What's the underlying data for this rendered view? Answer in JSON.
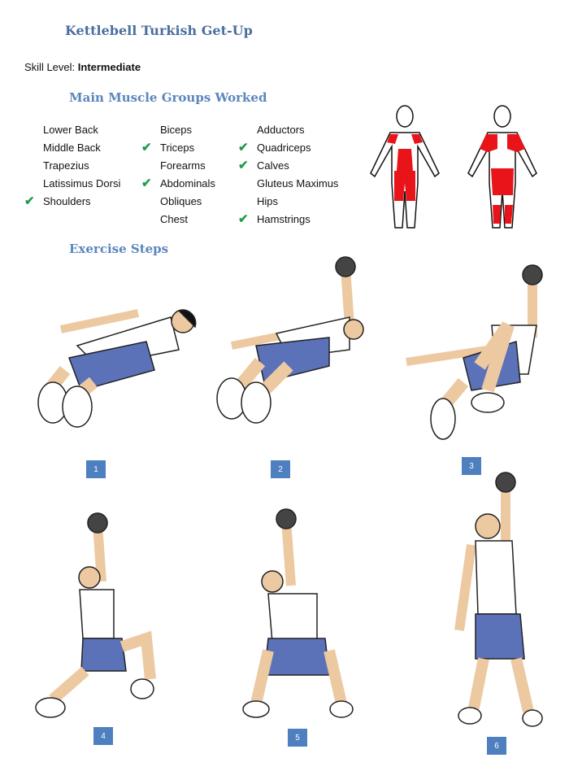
{
  "title": "Kettlebell Turkish Get-Up",
  "skill": {
    "label": "Skill Level:",
    "value": "Intermediate"
  },
  "muscles_heading": "Main Muscle Groups Worked",
  "muscles": [
    [
      {
        "name": "Lower Back",
        "checked": false
      },
      {
        "name": "Middle Back",
        "checked": false
      },
      {
        "name": "Trapezius",
        "checked": false
      },
      {
        "name": "Latissimus Dorsi",
        "checked": false
      },
      {
        "name": "Shoulders",
        "checked": true
      }
    ],
    [
      {
        "name": "Biceps",
        "checked": false
      },
      {
        "name": "Triceps",
        "checked": true
      },
      {
        "name": "Forearms",
        "checked": false
      },
      {
        "name": "Abdominals",
        "checked": true
      },
      {
        "name": "Obliques",
        "checked": false
      },
      {
        "name": "Chest",
        "checked": false
      }
    ],
    [
      {
        "name": "Adductors",
        "checked": false
      },
      {
        "name": "Quadriceps",
        "checked": true
      },
      {
        "name": "Calves",
        "checked": true
      },
      {
        "name": "Gluteus Maximus",
        "checked": false
      },
      {
        "name": "Hips",
        "checked": false
      },
      {
        "name": "Hamstrings",
        "checked": true
      }
    ]
  ],
  "check_glyph": "✔",
  "steps_heading": "Exercise Steps",
  "steps": [
    "1",
    "2",
    "3",
    "4",
    "5",
    "6"
  ],
  "colors": {
    "accent": "#4e7fbf",
    "muscle": "#e8141a",
    "skin": "#ecc9a0",
    "shorts": "#5b72b8"
  }
}
